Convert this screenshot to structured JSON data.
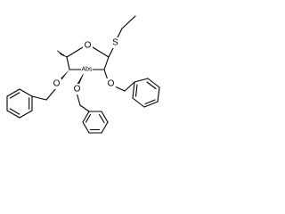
{
  "atoms": {
    "ring_oxygen": "O",
    "sulfur": "S",
    "o_c4": "O",
    "o_c3": "O",
    "o_c2": "O"
  },
  "stereo_label": "Abs",
  "colors": {
    "bond": "#000000",
    "background": "#ffffff"
  }
}
